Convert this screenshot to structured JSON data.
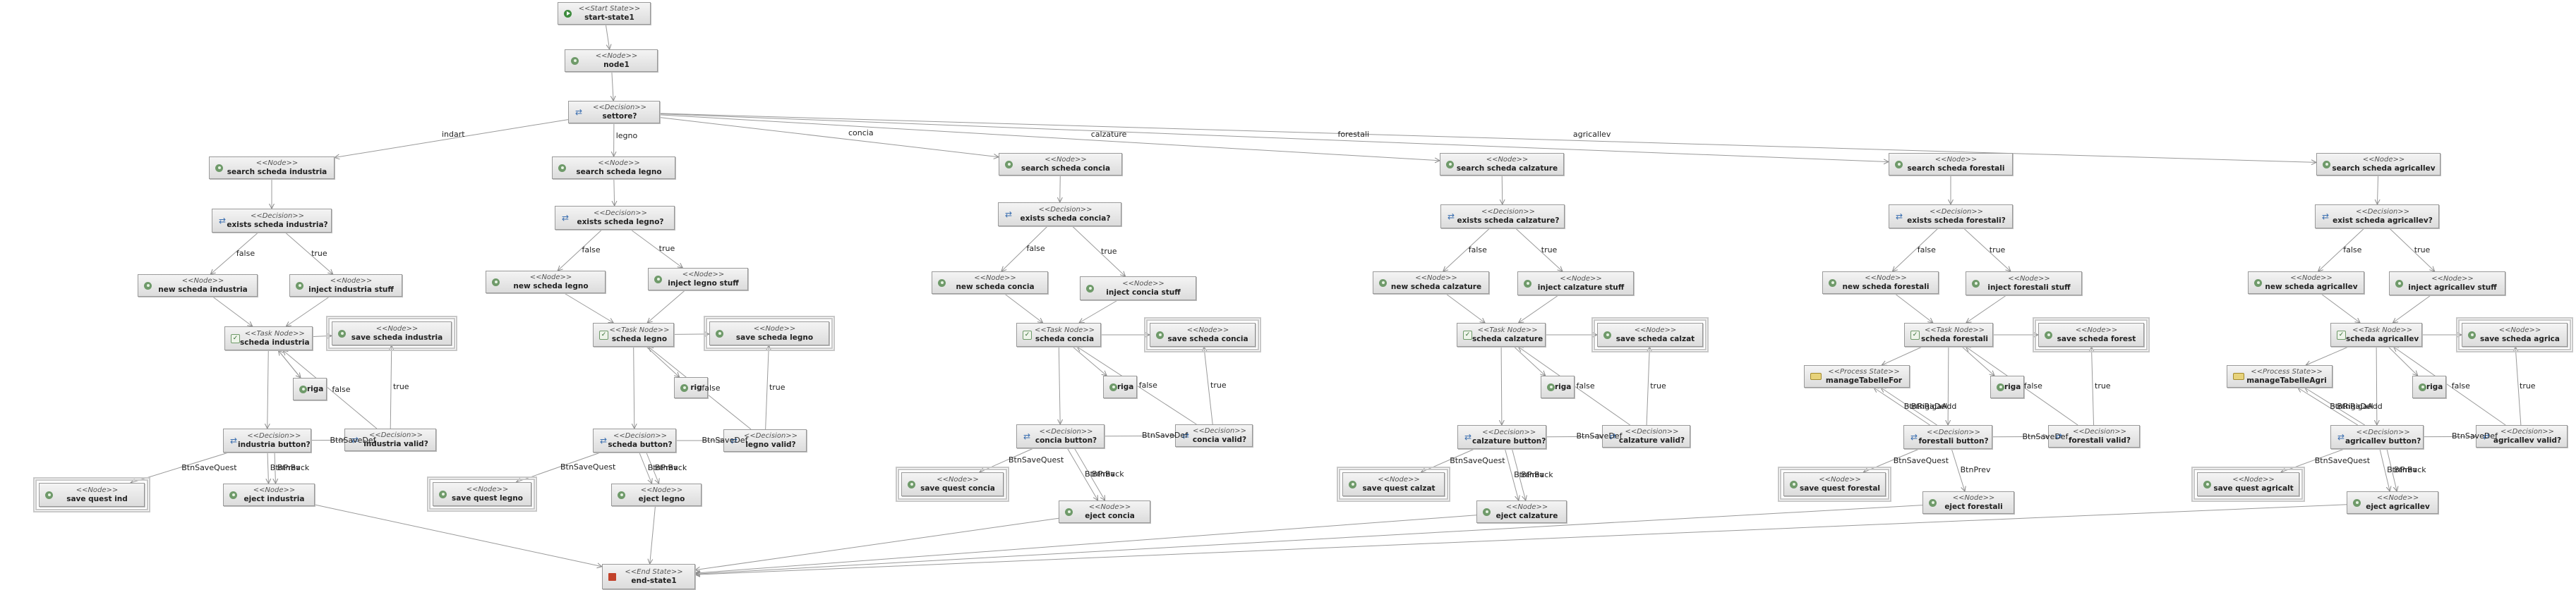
{
  "nodes": [
    {
      "id": "start",
      "stereo": "<<Start State>>",
      "name": "start-state1",
      "type": "start"
    },
    {
      "id": "node1",
      "stereo": "<<Node>>",
      "name": "node1",
      "type": "node"
    },
    {
      "id": "settore",
      "stereo": "<<Decision>>",
      "name": "settore?",
      "type": "decision"
    },
    {
      "id": "ind_search",
      "stereo": "<<Node>>",
      "name": "search scheda industria",
      "type": "node"
    },
    {
      "id": "ind_exists",
      "stereo": "<<Decision>>",
      "name": "exists scheda industria?",
      "type": "decision"
    },
    {
      "id": "ind_new",
      "stereo": "<<Node>>",
      "name": "new scheda industria",
      "type": "node"
    },
    {
      "id": "ind_inject",
      "stereo": "<<Node>>",
      "name": "inject industria stuff",
      "type": "node"
    },
    {
      "id": "ind_task",
      "stereo": "<<Task Node>>",
      "name": "scheda industria",
      "type": "task"
    },
    {
      "id": "ind_save",
      "stereo": "<<Node>>",
      "name": "save scheda industria",
      "type": "node",
      "framed": true
    },
    {
      "id": "ind_riga",
      "stereo": "",
      "name": "riga",
      "type": "node"
    },
    {
      "id": "ind_button",
      "stereo": "<<Decision>>",
      "name": "industria button?",
      "type": "decision"
    },
    {
      "id": "ind_valid",
      "stereo": "<<Decision>>",
      "name": "industria valid?",
      "type": "decision"
    },
    {
      "id": "ind_quest",
      "stereo": "<<Node>>",
      "name": "save quest ind",
      "type": "node",
      "framed": true
    },
    {
      "id": "ind_eject",
      "stereo": "<<Node>>",
      "name": "eject industria",
      "type": "node"
    },
    {
      "id": "leg_search",
      "stereo": "<<Node>>",
      "name": "search scheda legno",
      "type": "node"
    },
    {
      "id": "leg_exists",
      "stereo": "<<Decision>>",
      "name": "exists scheda legno?",
      "type": "decision"
    },
    {
      "id": "leg_new",
      "stereo": "<<Node>>",
      "name": "new scheda legno",
      "type": "node"
    },
    {
      "id": "leg_inject",
      "stereo": "<<Node>>",
      "name": "inject legno stuff",
      "type": "node"
    },
    {
      "id": "leg_task",
      "stereo": "<<Task Node>>",
      "name": "scheda legno",
      "type": "task"
    },
    {
      "id": "leg_save",
      "stereo": "<<Node>>",
      "name": "save scheda legno",
      "type": "node",
      "framed": true
    },
    {
      "id": "leg_riga",
      "stereo": "",
      "name": "rig",
      "type": "node"
    },
    {
      "id": "leg_button",
      "stereo": "<<Decision>>",
      "name": "scheda button?",
      "type": "decision"
    },
    {
      "id": "leg_valid",
      "stereo": "<<Decision>>",
      "name": "legno valid?",
      "type": "decision"
    },
    {
      "id": "leg_quest",
      "stereo": "<<Node>>",
      "name": "save quest legno",
      "type": "node",
      "framed": true
    },
    {
      "id": "leg_eject",
      "stereo": "<<Node>>",
      "name": "eject legno",
      "type": "node"
    },
    {
      "id": "con_search",
      "stereo": "<<Node>>",
      "name": "search scheda concia",
      "type": "node"
    },
    {
      "id": "con_exists",
      "stereo": "<<Decision>>",
      "name": "exists scheda concia?",
      "type": "decision"
    },
    {
      "id": "con_new",
      "stereo": "<<Node>>",
      "name": "new scheda concia",
      "type": "node"
    },
    {
      "id": "con_inject",
      "stereo": "<<Node>>",
      "name": "inject concia stuff",
      "type": "node"
    },
    {
      "id": "con_task",
      "stereo": "<<Task Node>>",
      "name": "scheda concia",
      "type": "task"
    },
    {
      "id": "con_save",
      "stereo": "<<Node>>",
      "name": "save scheda concia",
      "type": "node",
      "framed": true
    },
    {
      "id": "con_riga",
      "stereo": "",
      "name": "riga",
      "type": "node"
    },
    {
      "id": "con_button",
      "stereo": "<<Decision>>",
      "name": "concia button?",
      "type": "decision"
    },
    {
      "id": "con_valid",
      "stereo": "<<Decision>>",
      "name": "concia valid?",
      "type": "decision"
    },
    {
      "id": "con_quest",
      "stereo": "<<Node>>",
      "name": "save quest concia",
      "type": "node",
      "framed": true
    },
    {
      "id": "con_eject",
      "stereo": "<<Node>>",
      "name": "eject concia",
      "type": "node"
    },
    {
      "id": "cal_search",
      "stereo": "<<Node>>",
      "name": "search scheda calzature",
      "type": "node"
    },
    {
      "id": "cal_exists",
      "stereo": "<<Decision>>",
      "name": "exists scheda calzature?",
      "type": "decision"
    },
    {
      "id": "cal_new",
      "stereo": "<<Node>>",
      "name": "new scheda calzature",
      "type": "node"
    },
    {
      "id": "cal_inject",
      "stereo": "<<Node>>",
      "name": "inject calzature stuff",
      "type": "node"
    },
    {
      "id": "cal_task",
      "stereo": "<<Task Node>>",
      "name": "scheda calzature",
      "type": "task"
    },
    {
      "id": "cal_save",
      "stereo": "<<Node>>",
      "name": "save scheda calzat",
      "type": "node",
      "framed": true
    },
    {
      "id": "cal_riga",
      "stereo": "",
      "name": "riga i",
      "type": "node"
    },
    {
      "id": "cal_button",
      "stereo": "<<Decision>>",
      "name": "calzature button?",
      "type": "decision"
    },
    {
      "id": "cal_valid",
      "stereo": "<<Decision>>",
      "name": "calzature valid?",
      "type": "decision"
    },
    {
      "id": "cal_quest",
      "stereo": "<<Node>>",
      "name": "save quest calzat",
      "type": "node",
      "framed": true
    },
    {
      "id": "cal_eject",
      "stereo": "<<Node>>",
      "name": "eject calzature",
      "type": "node"
    },
    {
      "id": "for_search",
      "stereo": "<<Node>>",
      "name": "search scheda forestali",
      "type": "node"
    },
    {
      "id": "for_exists",
      "stereo": "<<Decision>>",
      "name": "exists scheda forestali?",
      "type": "decision"
    },
    {
      "id": "for_new",
      "stereo": "<<Node>>",
      "name": "new scheda forestali",
      "type": "node"
    },
    {
      "id": "for_inject",
      "stereo": "<<Node>>",
      "name": "inject forestali stuff",
      "type": "node"
    },
    {
      "id": "for_task",
      "stereo": "<<Task Node>>",
      "name": "scheda forestali",
      "type": "task"
    },
    {
      "id": "for_save",
      "stereo": "<<Node>>",
      "name": "save scheda forest",
      "type": "node",
      "framed": true
    },
    {
      "id": "for_process",
      "stereo": "<<Process State>>",
      "name": "manageTabelleFor",
      "type": "process"
    },
    {
      "id": "for_riga",
      "stereo": "",
      "name": "riga i",
      "type": "node"
    },
    {
      "id": "for_button",
      "stereo": "<<Decision>>",
      "name": "forestali button?",
      "type": "decision"
    },
    {
      "id": "for_valid",
      "stereo": "<<Decision>>",
      "name": "forestali valid?",
      "type": "decision"
    },
    {
      "id": "for_quest",
      "stereo": "<<Node>>",
      "name": "save quest forestal",
      "type": "node",
      "framed": true
    },
    {
      "id": "for_eject",
      "stereo": "<<Node>>",
      "name": "eject forestali",
      "type": "node"
    },
    {
      "id": "agr_search",
      "stereo": "<<Node>>",
      "name": "search scheda agricallev",
      "type": "node"
    },
    {
      "id": "agr_exists",
      "stereo": "<<Decision>>",
      "name": "exist scheda agricallev?",
      "type": "decision"
    },
    {
      "id": "agr_new",
      "stereo": "<<Node>>",
      "name": "new scheda agricallev",
      "type": "node"
    },
    {
      "id": "agr_inject",
      "stereo": "<<Node>>",
      "name": "inject agricallev stuff",
      "type": "node"
    },
    {
      "id": "agr_task",
      "stereo": "<<Task Node>>",
      "name": "scheda agricallev",
      "type": "task"
    },
    {
      "id": "agr_save",
      "stereo": "<<Node>>",
      "name": "save scheda agrica",
      "type": "node",
      "framed": true
    },
    {
      "id": "agr_process",
      "stereo": "<<Process State>>",
      "name": "manageTabelleAgri",
      "type": "process"
    },
    {
      "id": "agr_riga",
      "stereo": "",
      "name": "riga i",
      "type": "node"
    },
    {
      "id": "agr_button",
      "stereo": "<<Decision>>",
      "name": "agricallev button?",
      "type": "decision"
    },
    {
      "id": "agr_valid",
      "stereo": "<<Decision>>",
      "name": "agricallev valid?",
      "type": "decision"
    },
    {
      "id": "agr_quest",
      "stereo": "<<Node>>",
      "name": "save quest agricalt",
      "type": "node",
      "framed": true
    },
    {
      "id": "agr_eject",
      "stereo": "<<Node>>",
      "name": "eject agricallev",
      "type": "node"
    },
    {
      "id": "end",
      "stereo": "<<End State>>",
      "name": "end-state1",
      "type": "end"
    }
  ],
  "edges": [
    {
      "from": "start",
      "to": "node1",
      "label": ""
    },
    {
      "from": "node1",
      "to": "settore",
      "label": ""
    },
    {
      "from": "settore",
      "to": "ind_search",
      "label": "indart"
    },
    {
      "from": "settore",
      "to": "leg_search",
      "label": "legno"
    },
    {
      "from": "settore",
      "to": "con_search",
      "label": "concia"
    },
    {
      "from": "settore",
      "to": "cal_search",
      "label": "calzature"
    },
    {
      "from": "settore",
      "to": "for_search",
      "label": "forestali"
    },
    {
      "from": "settore",
      "to": "agr_search",
      "label": "agricallev"
    },
    {
      "from": "ind_search",
      "to": "ind_exists",
      "label": ""
    },
    {
      "from": "ind_exists",
      "to": "ind_new",
      "label": "false"
    },
    {
      "from": "ind_exists",
      "to": "ind_inject",
      "label": "true"
    },
    {
      "from": "ind_new",
      "to": "ind_task",
      "label": ""
    },
    {
      "from": "ind_inject",
      "to": "ind_task",
      "label": ""
    },
    {
      "from": "ind_task",
      "to": "ind_save",
      "label": ""
    },
    {
      "from": "ind_task",
      "to": "ind_riga",
      "label": ""
    },
    {
      "from": "ind_riga",
      "to": "ind_task",
      "label": ""
    },
    {
      "from": "ind_task",
      "to": "ind_button",
      "label": ""
    },
    {
      "from": "ind_button",
      "to": "ind_valid",
      "label": "BtnSaveDef"
    },
    {
      "from": "ind_valid",
      "to": "ind_task",
      "label": "false"
    },
    {
      "from": "ind_valid",
      "to": "ind_save",
      "label": "true"
    },
    {
      "from": "ind_button",
      "to": "ind_quest",
      "label": "BtnSaveQuest"
    },
    {
      "from": "ind_button",
      "to": "ind_eject",
      "label": "BtnPrev"
    },
    {
      "from": "ind_button",
      "to": "ind_eject",
      "label": "BtnBack"
    },
    {
      "from": "ind_eject",
      "to": "end",
      "label": ""
    },
    {
      "from": "leg_search",
      "to": "leg_exists",
      "label": ""
    },
    {
      "from": "leg_exists",
      "to": "leg_new",
      "label": "false"
    },
    {
      "from": "leg_exists",
      "to": "leg_inject",
      "label": "true"
    },
    {
      "from": "leg_new",
      "to": "leg_task",
      "label": ""
    },
    {
      "from": "leg_inject",
      "to": "leg_task",
      "label": ""
    },
    {
      "from": "leg_task",
      "to": "leg_save",
      "label": ""
    },
    {
      "from": "leg_task",
      "to": "leg_riga",
      "label": ""
    },
    {
      "from": "leg_task",
      "to": "leg_button",
      "label": ""
    },
    {
      "from": "leg_button",
      "to": "leg_valid",
      "label": "BtnSaveDef"
    },
    {
      "from": "leg_valid",
      "to": "leg_task",
      "label": "false"
    },
    {
      "from": "leg_valid",
      "to": "leg_save",
      "label": "true"
    },
    {
      "from": "leg_button",
      "to": "leg_quest",
      "label": "BtnSaveQuest"
    },
    {
      "from": "leg_button",
      "to": "leg_eject",
      "label": "BtnPrev"
    },
    {
      "from": "leg_button",
      "to": "leg_eject",
      "label": "BtnBack"
    },
    {
      "from": "leg_eject",
      "to": "end",
      "label": ""
    },
    {
      "from": "con_search",
      "to": "con_exists",
      "label": ""
    },
    {
      "from": "con_exists",
      "to": "con_new",
      "label": "false"
    },
    {
      "from": "con_exists",
      "to": "con_inject",
      "label": "true"
    },
    {
      "from": "con_new",
      "to": "con_task",
      "label": ""
    },
    {
      "from": "con_inject",
      "to": "con_task",
      "label": ""
    },
    {
      "from": "con_task",
      "to": "con_save",
      "label": ""
    },
    {
      "from": "con_task",
      "to": "con_riga",
      "label": ""
    },
    {
      "from": "con_task",
      "to": "con_button",
      "label": ""
    },
    {
      "from": "con_button",
      "to": "con_valid",
      "label": "BtnSaveDef"
    },
    {
      "from": "con_valid",
      "to": "con_task",
      "label": "false"
    },
    {
      "from": "con_valid",
      "to": "con_save",
      "label": "true"
    },
    {
      "from": "con_button",
      "to": "con_quest",
      "label": "BtnSaveQuest"
    },
    {
      "from": "con_button",
      "to": "con_eject",
      "label": "BtnPrev"
    },
    {
      "from": "con_button",
      "to": "con_eject",
      "label": "BtnBack"
    },
    {
      "from": "con_eject",
      "to": "end",
      "label": ""
    },
    {
      "from": "cal_search",
      "to": "cal_exists",
      "label": ""
    },
    {
      "from": "cal_exists",
      "to": "cal_new",
      "label": "false"
    },
    {
      "from": "cal_exists",
      "to": "cal_inject",
      "label": "true"
    },
    {
      "from": "cal_new",
      "to": "cal_task",
      "label": ""
    },
    {
      "from": "cal_inject",
      "to": "cal_task",
      "label": ""
    },
    {
      "from": "cal_task",
      "to": "cal_save",
      "label": ""
    },
    {
      "from": "cal_task",
      "to": "cal_riga",
      "label": ""
    },
    {
      "from": "cal_task",
      "to": "cal_button",
      "label": ""
    },
    {
      "from": "cal_button",
      "to": "cal_valid",
      "label": "BtnSaveDef"
    },
    {
      "from": "cal_valid",
      "to": "cal_task",
      "label": "false"
    },
    {
      "from": "cal_valid",
      "to": "cal_save",
      "label": "true"
    },
    {
      "from": "cal_button",
      "to": "cal_quest",
      "label": "BtnSaveQuest"
    },
    {
      "from": "cal_button",
      "to": "cal_eject",
      "label": "BtnPrev"
    },
    {
      "from": "cal_button",
      "to": "cal_eject",
      "label": "BtnBack"
    },
    {
      "from": "cal_eject",
      "to": "end",
      "label": ""
    },
    {
      "from": "for_search",
      "to": "for_exists",
      "label": ""
    },
    {
      "from": "for_exists",
      "to": "for_new",
      "label": "false"
    },
    {
      "from": "for_exists",
      "to": "for_inject",
      "label": "true"
    },
    {
      "from": "for_new",
      "to": "for_task",
      "label": ""
    },
    {
      "from": "for_inject",
      "to": "for_task",
      "label": ""
    },
    {
      "from": "for_task",
      "to": "for_save",
      "label": ""
    },
    {
      "from": "for_task",
      "to": "for_process",
      "label": ""
    },
    {
      "from": "for_task",
      "to": "for_riga",
      "label": ""
    },
    {
      "from": "for_task",
      "to": "for_button",
      "label": ""
    },
    {
      "from": "for_button",
      "to": "for_process",
      "label": "BtnRigaDel"
    },
    {
      "from": "for_button",
      "to": "for_process",
      "label": "BtnRigaAdd"
    },
    {
      "from": "for_button",
      "to": "for_valid",
      "label": "BtnSaveDef"
    },
    {
      "from": "for_valid",
      "to": "for_task",
      "label": "false"
    },
    {
      "from": "for_valid",
      "to": "for_save",
      "label": "true"
    },
    {
      "from": "for_button",
      "to": "for_quest",
      "label": "BtnSaveQuest"
    },
    {
      "from": "for_button",
      "to": "for_eject",
      "label": "BtnPrev"
    },
    {
      "from": "for_eject",
      "to": "end",
      "label": ""
    },
    {
      "from": "agr_search",
      "to": "agr_exists",
      "label": ""
    },
    {
      "from": "agr_exists",
      "to": "agr_new",
      "label": "false"
    },
    {
      "from": "agr_exists",
      "to": "agr_inject",
      "label": "true"
    },
    {
      "from": "agr_new",
      "to": "agr_task",
      "label": ""
    },
    {
      "from": "agr_inject",
      "to": "agr_task",
      "label": ""
    },
    {
      "from": "agr_task",
      "to": "agr_save",
      "label": ""
    },
    {
      "from": "agr_task",
      "to": "agr_process",
      "label": ""
    },
    {
      "from": "agr_task",
      "to": "agr_riga",
      "label": ""
    },
    {
      "from": "agr_task",
      "to": "agr_button",
      "label": ""
    },
    {
      "from": "agr_button",
      "to": "agr_process",
      "label": "BtnRigaDel"
    },
    {
      "from": "agr_button",
      "to": "agr_process",
      "label": "BtnRigaAdd"
    },
    {
      "from": "agr_button",
      "to": "agr_valid",
      "label": "BtnSaveDef"
    },
    {
      "from": "agr_valid",
      "to": "agr_task",
      "label": "false"
    },
    {
      "from": "agr_valid",
      "to": "agr_save",
      "label": "true"
    },
    {
      "from": "agr_button",
      "to": "agr_quest",
      "label": "BtnSaveQuest"
    },
    {
      "from": "agr_button",
      "to": "agr_eject",
      "label": "BtnPrev"
    },
    {
      "from": "agr_button",
      "to": "agr_eject",
      "label": "BtnBack"
    },
    {
      "from": "agr_eject",
      "to": "end",
      "label": ""
    }
  ]
}
